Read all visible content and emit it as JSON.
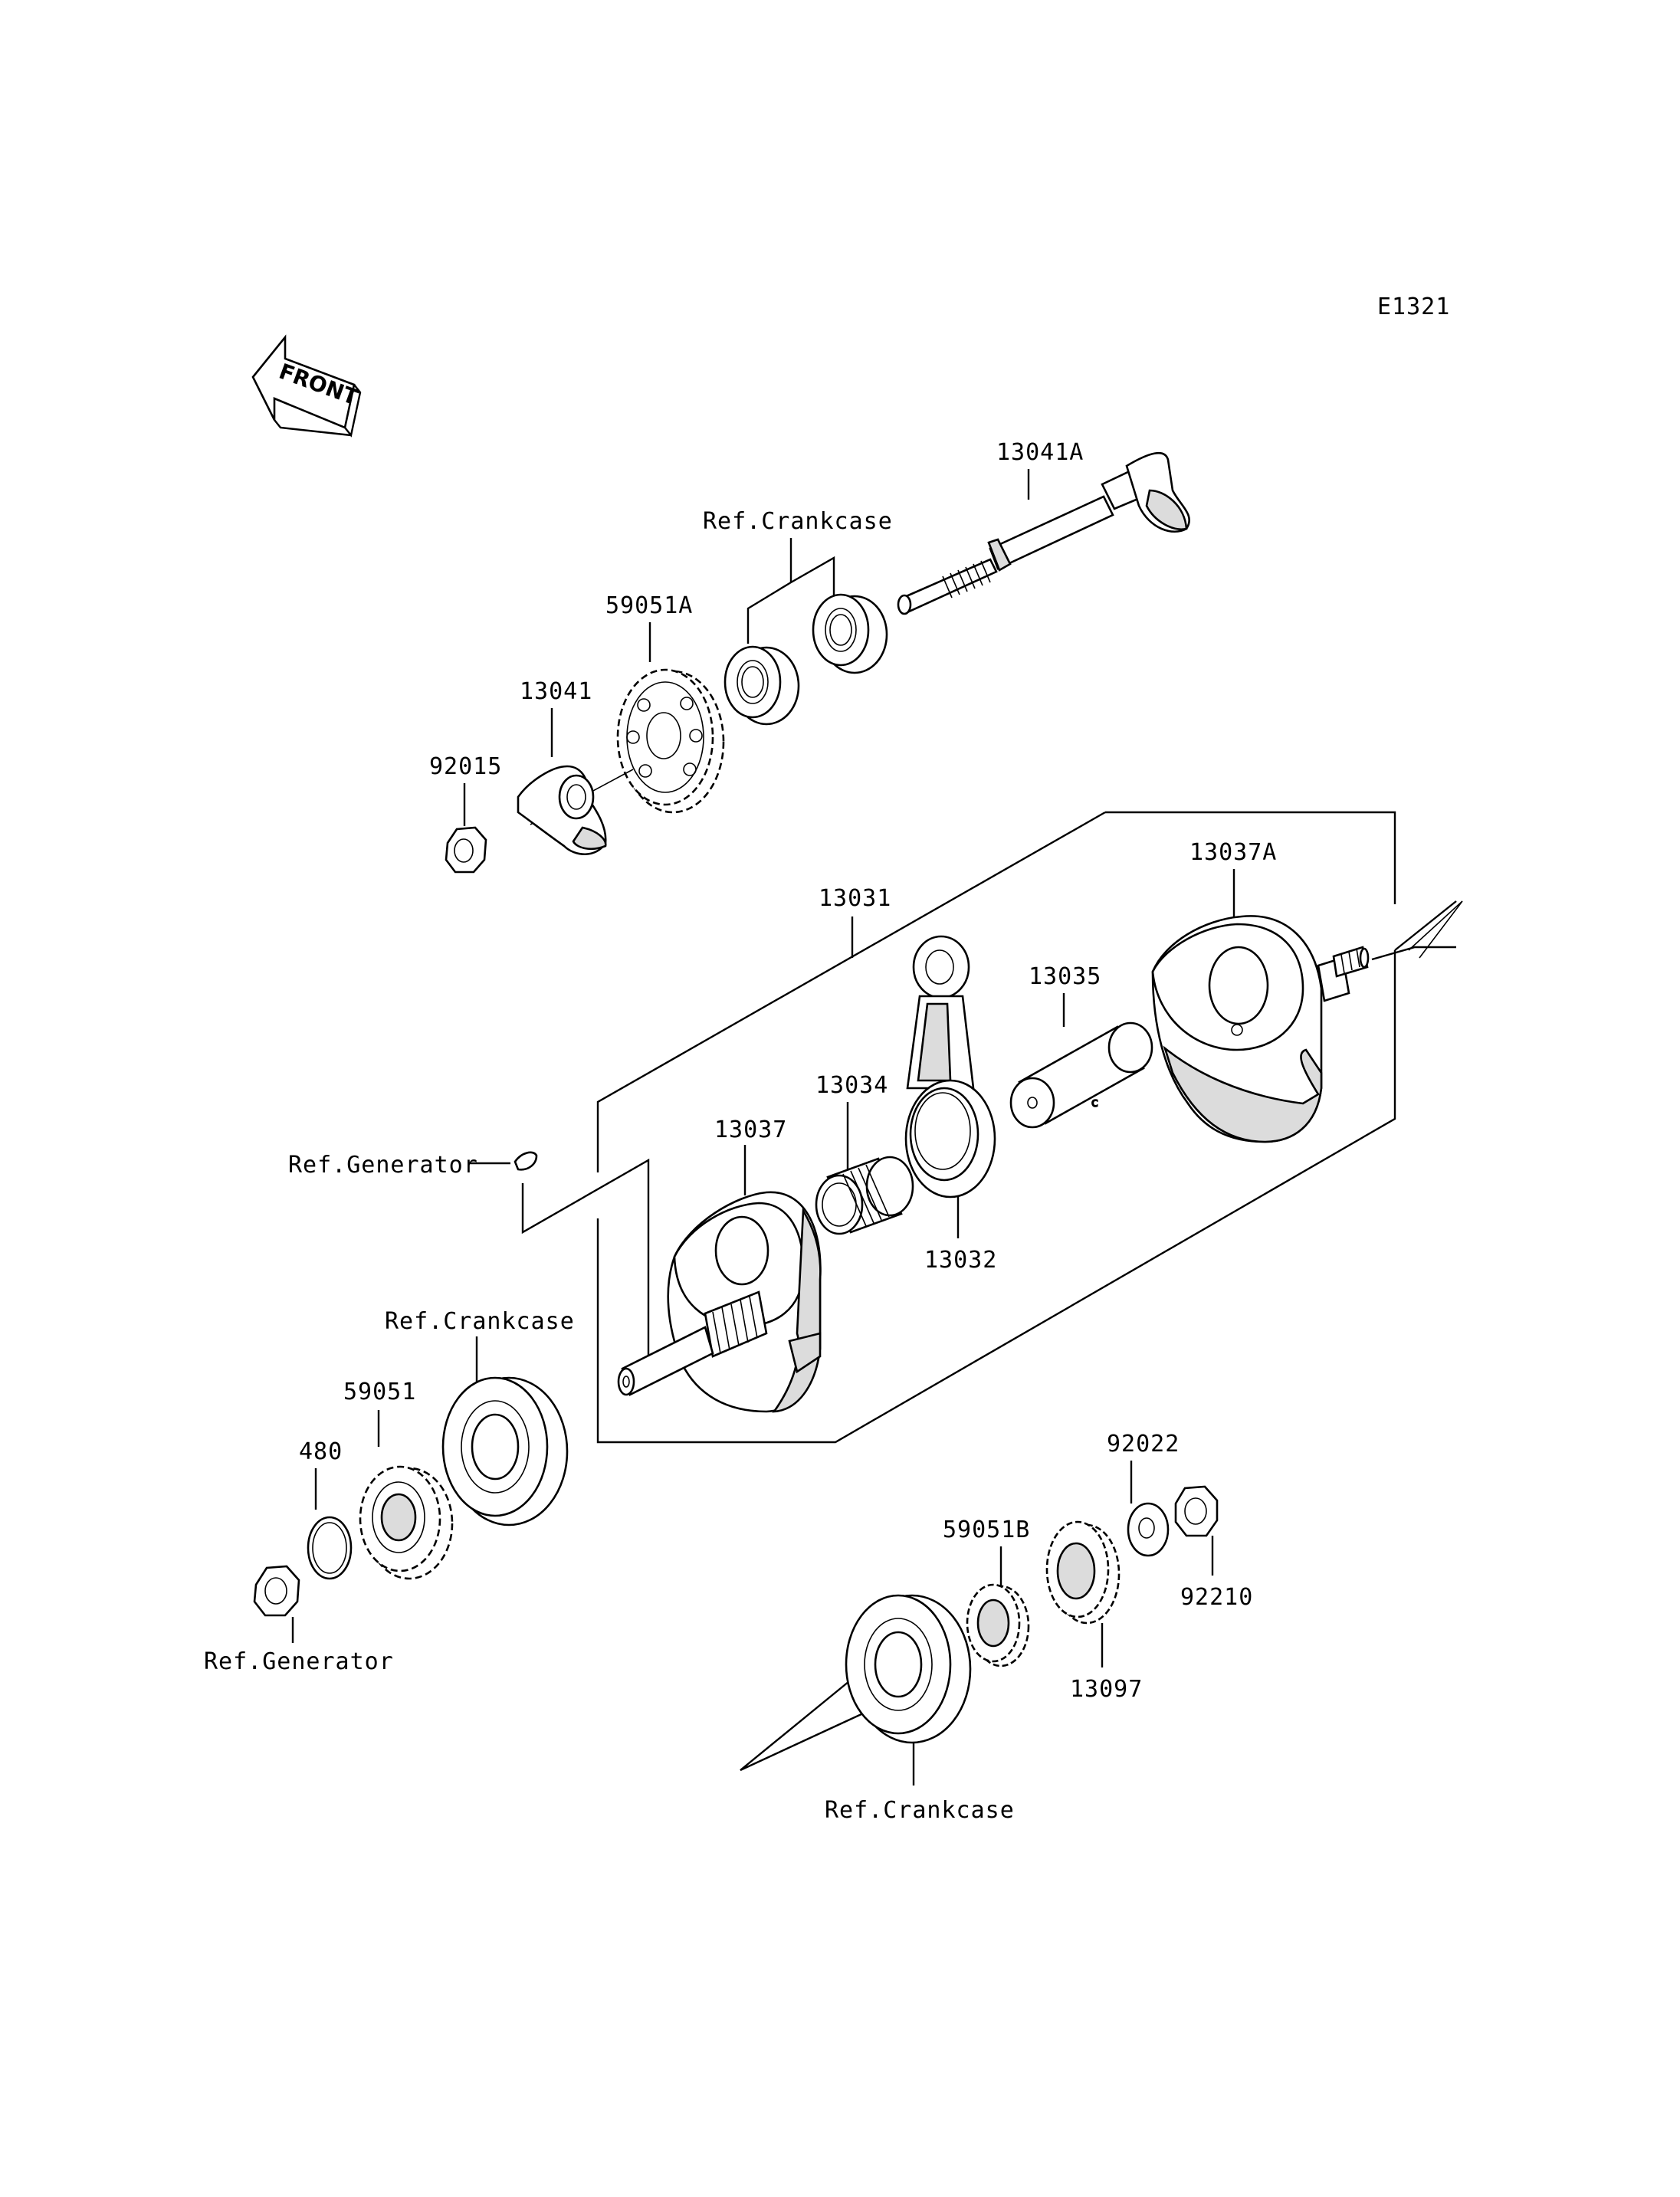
{
  "diagram_code": "E1321",
  "front_label": "FRONT",
  "labels": {
    "p13041A": "13041A",
    "ref_crankcase_top": "Ref.Crankcase",
    "p59051A": "59051A",
    "p13041": "13041",
    "p92015": "92015",
    "p13031": "13031",
    "p13037A": "13037A",
    "p13035": "13035",
    "p13034": "13034",
    "p13037": "13037",
    "p13032": "13032",
    "ref_generator_key": "Ref.Generator",
    "ref_crankcase_mid": "Ref.Crankcase",
    "p59051": "59051",
    "p480": "480",
    "ref_generator_nut": "Ref.Generator",
    "p92022": "92022",
    "p59051B": "59051B",
    "p92210": "92210",
    "p13097": "13097",
    "ref_crankcase_bottom": "Ref.Crankcase"
  }
}
